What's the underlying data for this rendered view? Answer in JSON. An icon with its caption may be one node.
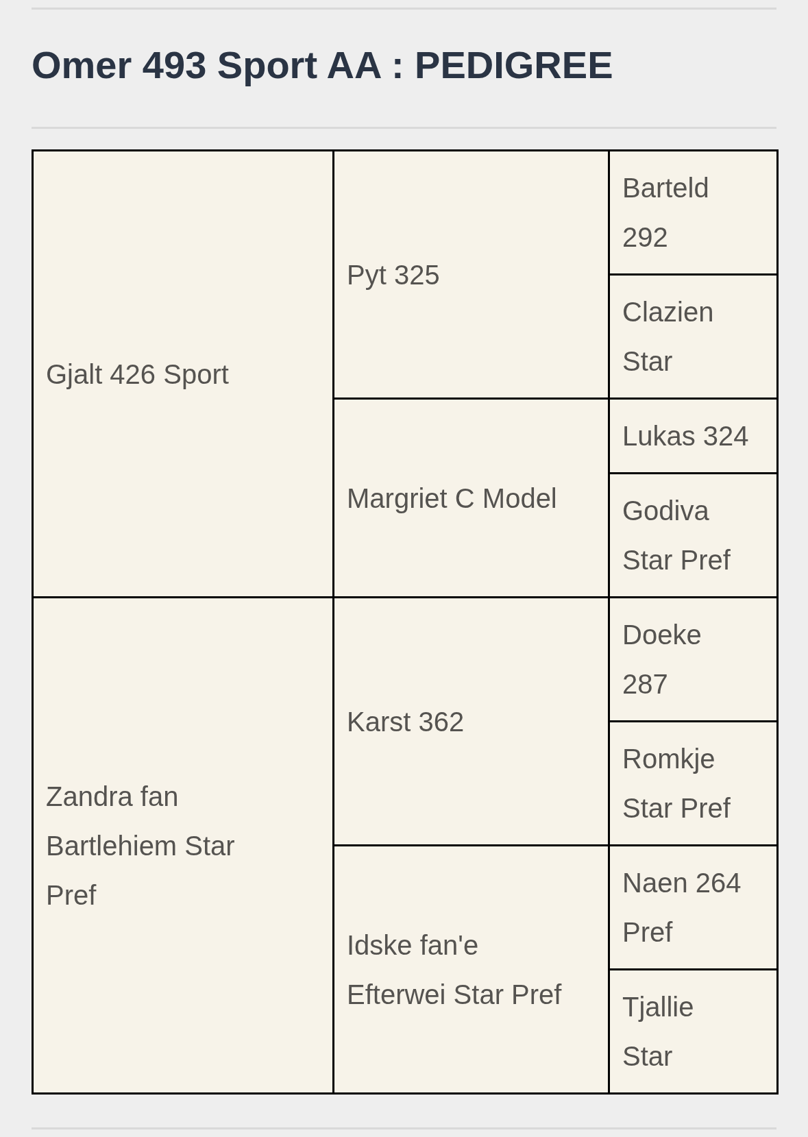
{
  "diagram": {
    "title": "Omer 493 Sport AA : PEDIGREE",
    "labels": [
      "Gjalt 426 Sport",
      "Pyt 325",
      "Barteld 292",
      "Clazien Star",
      "Margriet C Model",
      "Lukas 324",
      "Godiva Star Pref",
      "Zandra fan Bartlehiem Star Pref",
      "Karst 362",
      "Doeke 287",
      "Romkje Star Pref",
      "Idske fan'e Efterwei Star Pref",
      "Naen 264 Pref",
      "Tjallie Star"
    ]
  }
}
